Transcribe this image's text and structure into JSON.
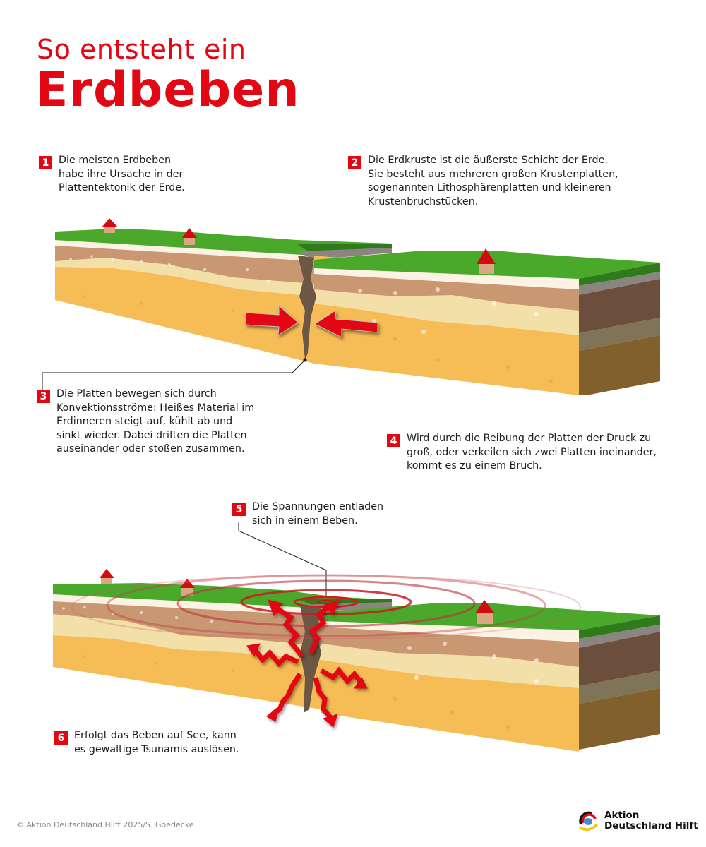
{
  "header": {
    "title_line1": "So entsteht ein",
    "title_line2": "Erdbeben"
  },
  "steps": [
    {
      "number": "1",
      "text": "Die meisten Erdbeben\nhabe ihre Ursache in der\nPlattentektonik der Erde."
    },
    {
      "number": "2",
      "text": "Die Erdkruste ist die äußerste Schicht der Erde.\nSie besteht aus mehreren großen Krustenplatten,\nsogenannten Lithosphärenplatten und kleineren\nKrustenbruchstücken."
    },
    {
      "number": "3",
      "text": "Die Platten bewegen sich durch\nKonvektionsströme: Heißes Material im\nErdinneren steigt auf, kühlt ab und\nsinkt wieder. Dabei driften die Platten\nauseinander oder stoßen zusammen."
    },
    {
      "number": "4",
      "text": "Wird durch die Reibung der Platten der Druck zu\ngroß, oder verkeilen sich zwei Platten ineinander,\nkommt es zu einem Bruch."
    },
    {
      "number": "5",
      "text": "Die Spannungen entladen\nsich in einem Beben."
    },
    {
      "number": "6",
      "text": "Erfolgt das Beben auf See, kann\nes gewaltige Tsunamis auslösen."
    }
  ],
  "illustrations": {
    "top": {
      "name": "tectonic-plates-collision",
      "elements": [
        "houses",
        "ground-layers",
        "fault-crack",
        "pressure-arrows"
      ]
    },
    "bottom": {
      "name": "earthquake-release",
      "elements": [
        "houses",
        "ground-layers",
        "fault-crack",
        "seismic-rings",
        "shock-arrows"
      ]
    }
  },
  "colors": {
    "accent_red": "#e30613",
    "grass": "#4aa82a",
    "grass_dark": "#2f7a1a",
    "topsoil_light": "#fdf3e4",
    "soil_brown": "#c99772",
    "sand_light": "#f2e0a8",
    "sand_orange": "#f6bd57"
  },
  "footer": {
    "copyright": "© Aktion Deutschland Hilft 2025/S. Goedecke",
    "logo_line1": "Aktion",
    "logo_line2": "Deutschland Hilft"
  }
}
